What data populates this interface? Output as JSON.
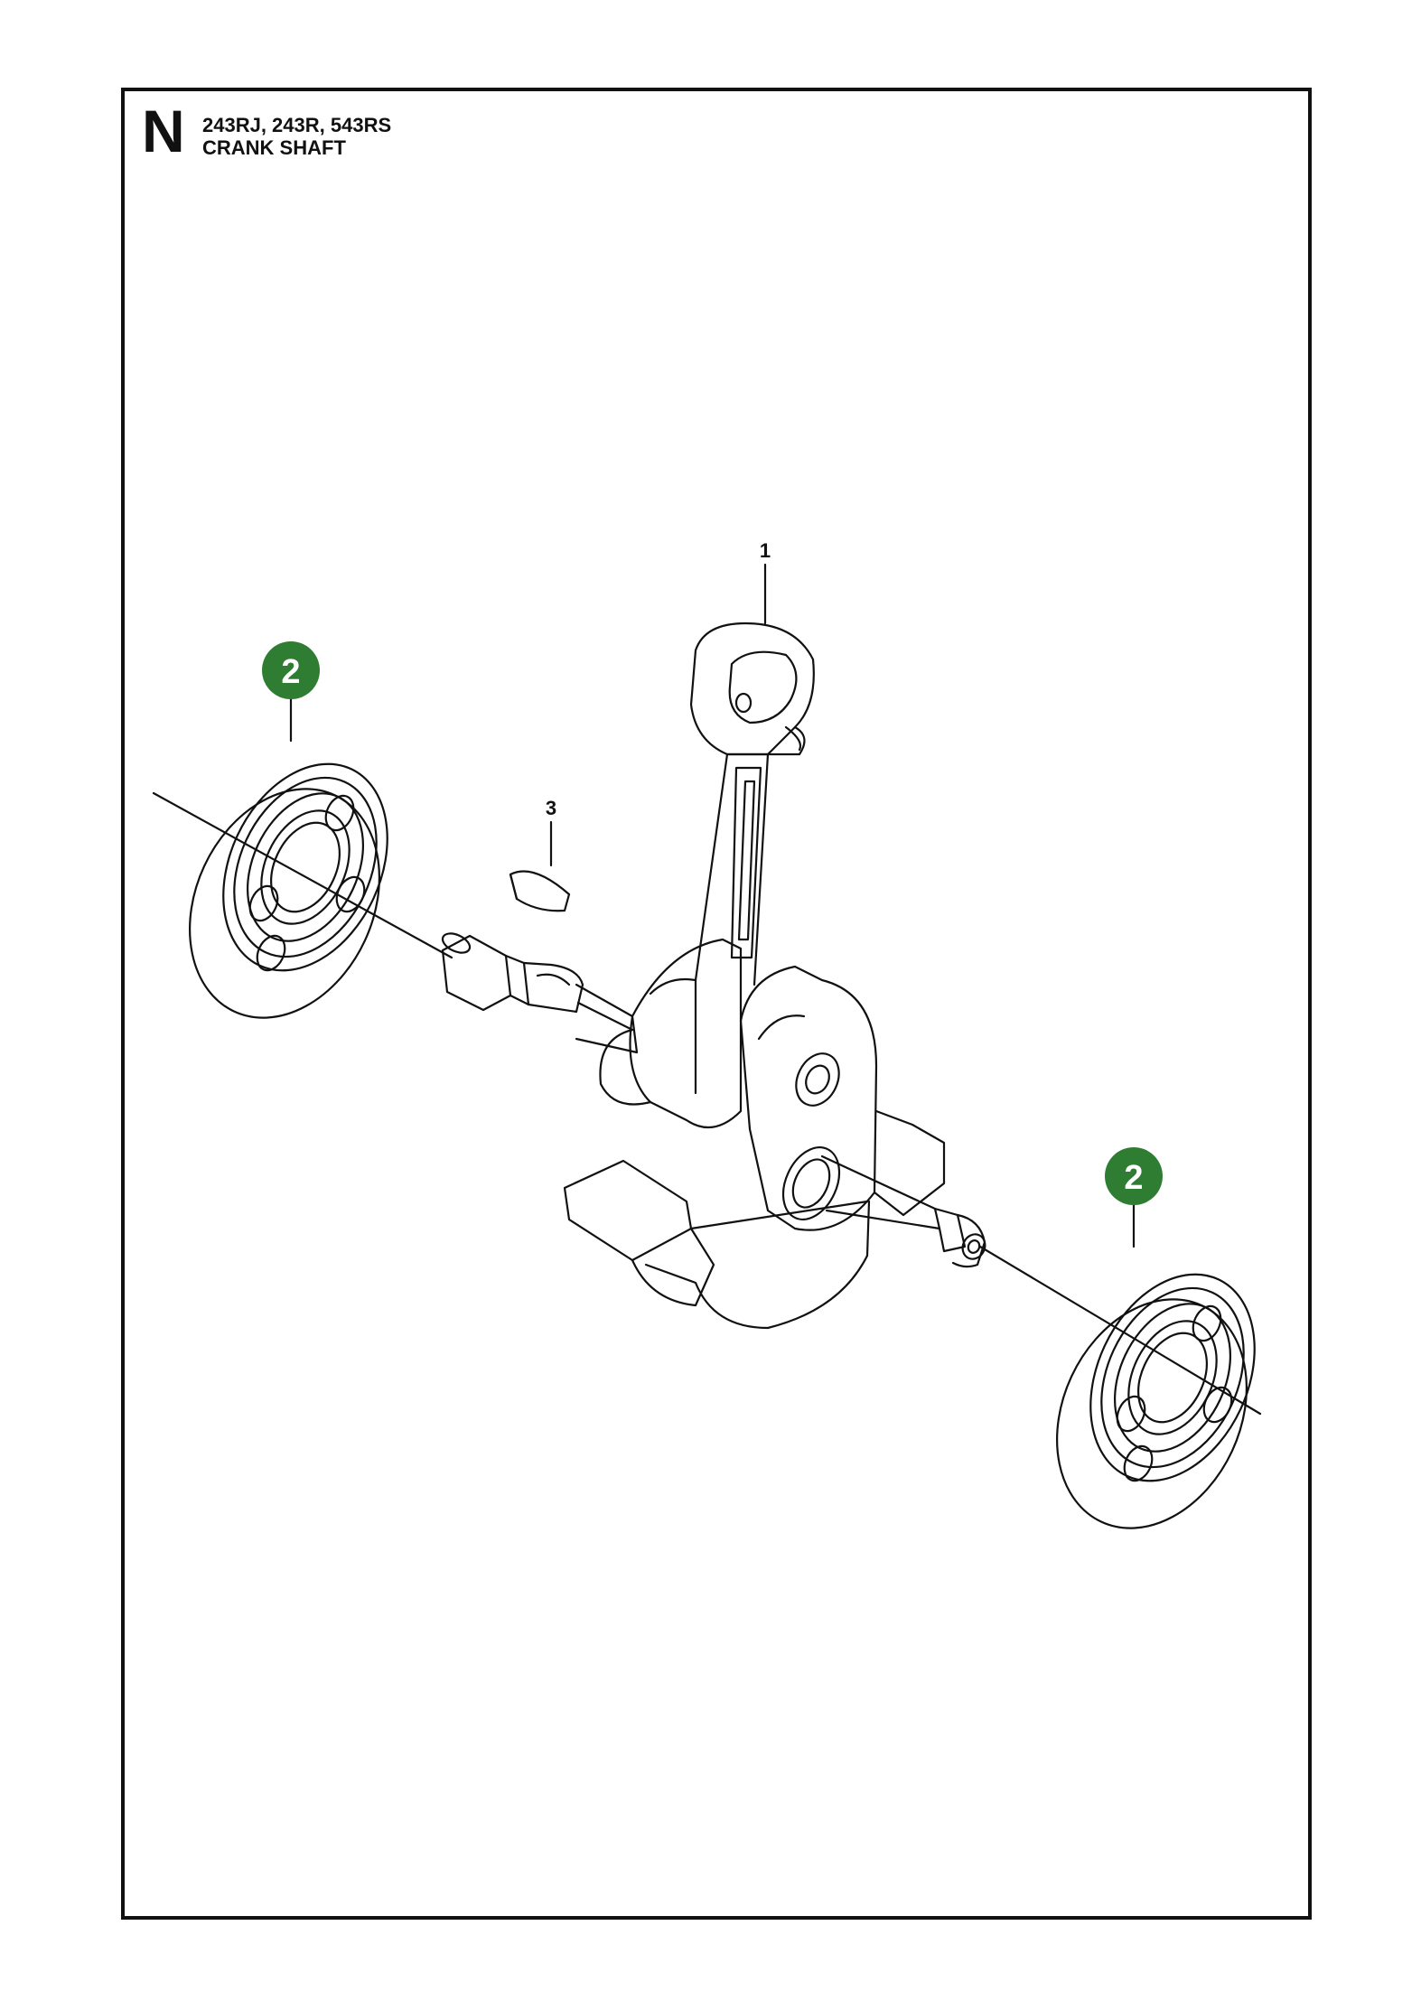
{
  "header": {
    "section_letter": "N",
    "models": "243RJ, 243R, 543RS",
    "title": "CRANK SHAFT"
  },
  "callouts": [
    {
      "id": "callout-1",
      "label": "1",
      "style": "plain"
    },
    {
      "id": "callout-2-left",
      "label": "2",
      "style": "badge"
    },
    {
      "id": "callout-3",
      "label": "3",
      "style": "plain"
    },
    {
      "id": "callout-2-right",
      "label": "2",
      "style": "badge"
    }
  ],
  "colors": {
    "line": "#111111",
    "badge": "#2e7d32",
    "badge_text": "#ffffff"
  }
}
